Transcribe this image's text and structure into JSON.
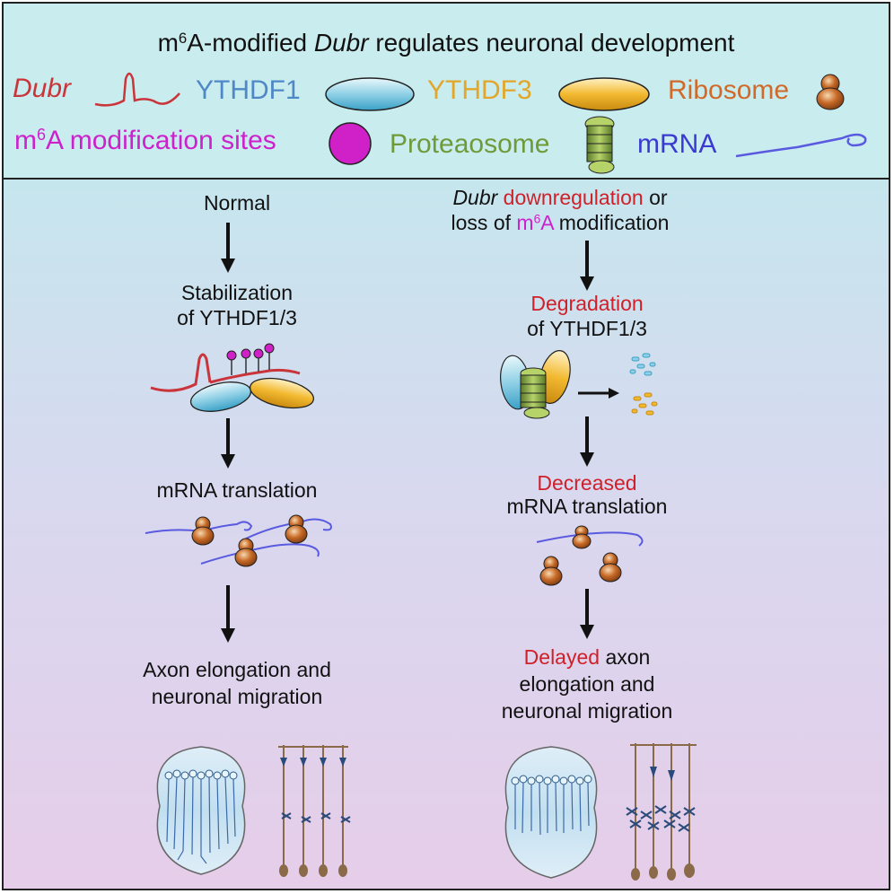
{
  "title": {
    "prefix": "m",
    "sup": "6",
    "mid": "A-modified ",
    "italic": "Dubr",
    "rest": " regulates neuronal development"
  },
  "legend": {
    "dubr": "Dubr",
    "ythdf1": "YTHDF1",
    "ythdf3": "YTHDF3",
    "ribosome": "Ribosome",
    "m6a": {
      "prefix": "m",
      "sup": "6",
      "rest": "A modification sites"
    },
    "proteasome": "Proteaosome",
    "mrna": "mRNA"
  },
  "left": {
    "normal": "Normal",
    "stab_1": "Stabilization",
    "stab_2": "of YTHDF1/3",
    "translation": "mRNA translation",
    "outcome_1": "Axon elongation and",
    "outcome_2": "neuronal migration"
  },
  "right": {
    "cond_italic": "Dubr",
    "cond_red": " downregulation",
    "cond_or": " or",
    "cond2_a": "loss of ",
    "cond2_m": "m",
    "cond2_sup": "6",
    "cond2_A": "A",
    "cond2_rest": " modification",
    "deg_red": "Degradation",
    "deg_2": "of YTHDF1/3",
    "dec_red": "Decreased",
    "dec_2": "mRNA translation",
    "out_red": "Delayed",
    "out_1": " axon",
    "out_2": "elongation and",
    "out_3": "neuronal migration"
  },
  "colors": {
    "dubr": "#c9353a",
    "ythdf1": "#4f88c6",
    "ythdf3": "#e2a62a",
    "ribosome": "#d06a2a",
    "m6a": "#d020c8",
    "proteasome": "#6f9a3a",
    "mrna": "#3a3ad0",
    "emphasis": "#d0202a"
  }
}
